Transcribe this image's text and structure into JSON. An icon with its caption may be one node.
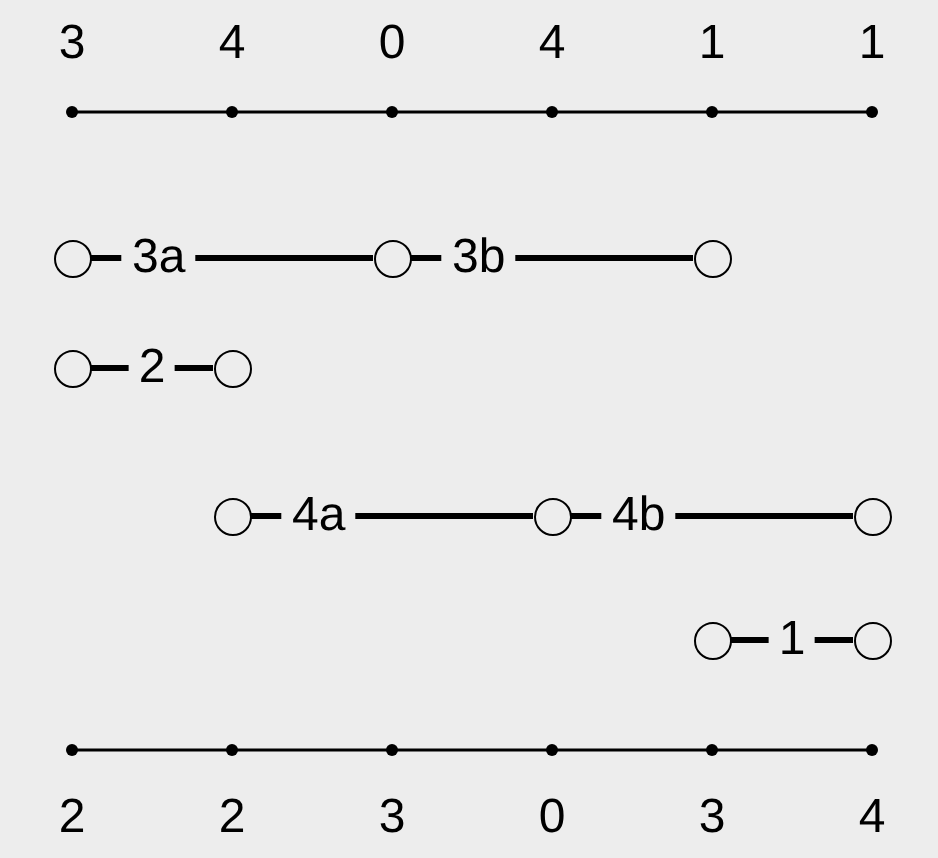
{
  "diagram": {
    "nodes": [
      {
        "text": [],
        "shape": "circle"
      },
      {
        "text": [],
        "shape": "circle"
      },
      {
        "text": [],
        "shape": "circle"
      },
      {
        "text": [],
        "shape": "circle"
      },
      {
        "text": [],
        "shape": "circle"
      },
      {
        "text": [],
        "shape": "circle"
      },
      {
        "text": [],
        "shape": "circle"
      },
      {
        "text": [],
        "shape": "circle"
      },
      {
        "text": [],
        "shape": "circle"
      },
      {
        "text": [],
        "shape": "circle"
      }
    ],
    "edges": [
      {
        "from": 0,
        "to": 1,
        "arrow": "none",
        "label": "3a"
      },
      {
        "from": 1,
        "to": 2,
        "arrow": "none",
        "label": "3b"
      },
      {
        "from": 3,
        "to": 4,
        "arrow": "none",
        "label": "2"
      },
      {
        "from": 5,
        "to": 6,
        "arrow": "none",
        "label": "4a"
      },
      {
        "from": 6,
        "to": 7,
        "arrow": "none",
        "label": "4b"
      },
      {
        "from": 8,
        "to": 9,
        "arrow": "none",
        "label": "1"
      }
    ],
    "labels": [
      "3",
      "4",
      "0",
      "4",
      "1",
      "1",
      "2",
      "2",
      "3",
      "0",
      "3",
      "4"
    ]
  }
}
